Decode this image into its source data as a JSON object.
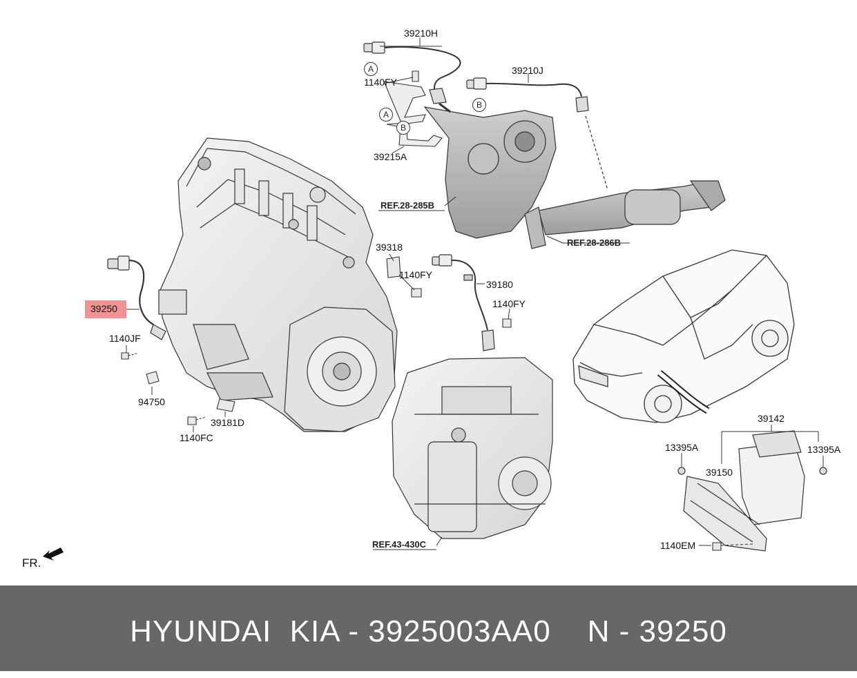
{
  "diagram": {
    "labels": {
      "p39210H": "39210H",
      "p1140FY_top": "1140FY",
      "p39210J": "39210J",
      "p39215A": "39215A",
      "p39318": "39318",
      "p1140FY_mid": "1140FY",
      "p39180": "39180",
      "p1140FY_right": "1140FY",
      "p39250": "39250",
      "p1140JF": "1140JF",
      "p94750": "94750",
      "p39181D": "39181D",
      "p1140FC": "1140FC",
      "p39142": "39142",
      "p13395A_left": "13395A",
      "p13395A_right": "13395A",
      "p39150": "39150",
      "p1140EM": "1140EM"
    },
    "refs": {
      "ref_285B": "REF.28-285B",
      "ref_286B": "REF.28-286B",
      "ref_430C": "REF.43-430C"
    },
    "markers": {
      "a1": "A",
      "a2": "A",
      "b1": "B",
      "b2": "B"
    },
    "front_label": "FR.",
    "highlight_color": "#f08080"
  },
  "footer": {
    "text": "HYUNDAI  KIA - 3925003AA0    N - 39250",
    "background": "#676767",
    "color": "#ffffff"
  }
}
